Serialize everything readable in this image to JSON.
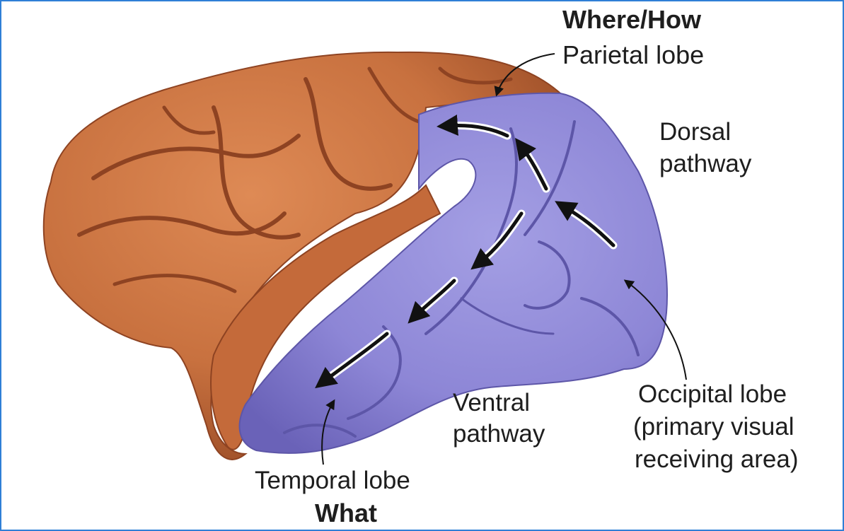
{
  "labels": {
    "where_how": "Where/How",
    "parietal": "Parietal lobe",
    "dorsal_1": "Dorsal",
    "dorsal_2": "pathway",
    "ventral_1": "Ventral",
    "ventral_2": "pathway",
    "occipital_1": "Occipital lobe",
    "occipital_2": "(primary visual",
    "occipital_3": "receiving area)",
    "temporal": "Temporal lobe",
    "what": "What"
  },
  "colors": {
    "frame_border": "#2f7fd6",
    "brain_orange": "#c8713f",
    "brain_orange_shadow": "#8e4322",
    "visual_purple": "#8d86d6",
    "visual_purple_shadow": "#5d56a8",
    "pathway_arrow": "#111111",
    "label_text": "#1e1e1e"
  }
}
